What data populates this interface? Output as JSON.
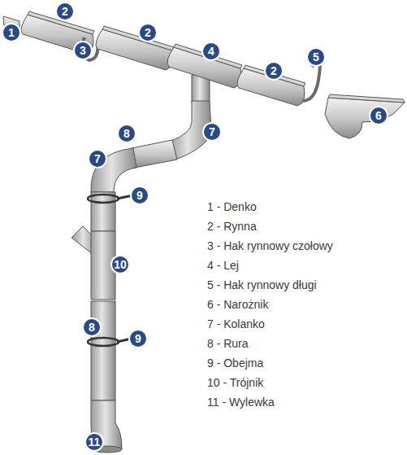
{
  "diagram": {
    "nodes": [
      {
        "text": [
          "1"
        ]
      },
      {
        "text": [
          "2"
        ]
      },
      {
        "text": [
          "3"
        ]
      },
      {
        "text": [
          "2"
        ]
      },
      {
        "text": [
          "4"
        ]
      },
      {
        "text": [
          "2"
        ]
      },
      {
        "text": [
          "5"
        ]
      },
      {
        "text": [
          "6"
        ]
      },
      {
        "text": [
          "7"
        ]
      },
      {
        "text": [
          "8"
        ]
      },
      {
        "text": [
          "7"
        ]
      },
      {
        "text": [
          "9"
        ]
      },
      {
        "text": [
          "10"
        ]
      },
      {
        "text": [
          "8"
        ]
      },
      {
        "text": [
          "9"
        ]
      },
      {
        "text": [
          "11"
        ]
      }
    ],
    "labels": [
      "1 - Denko",
      "2 - Rynna",
      "3 - Hak rynnowy czołowy",
      "4 - Lej",
      "5 - Hak rynnowy długi",
      "6 - Narożnik",
      "7 - Kolanko",
      "8 - Rura",
      "9 - Obejma",
      "10 - Trójnik",
      "11 - Wylewka"
    ]
  }
}
